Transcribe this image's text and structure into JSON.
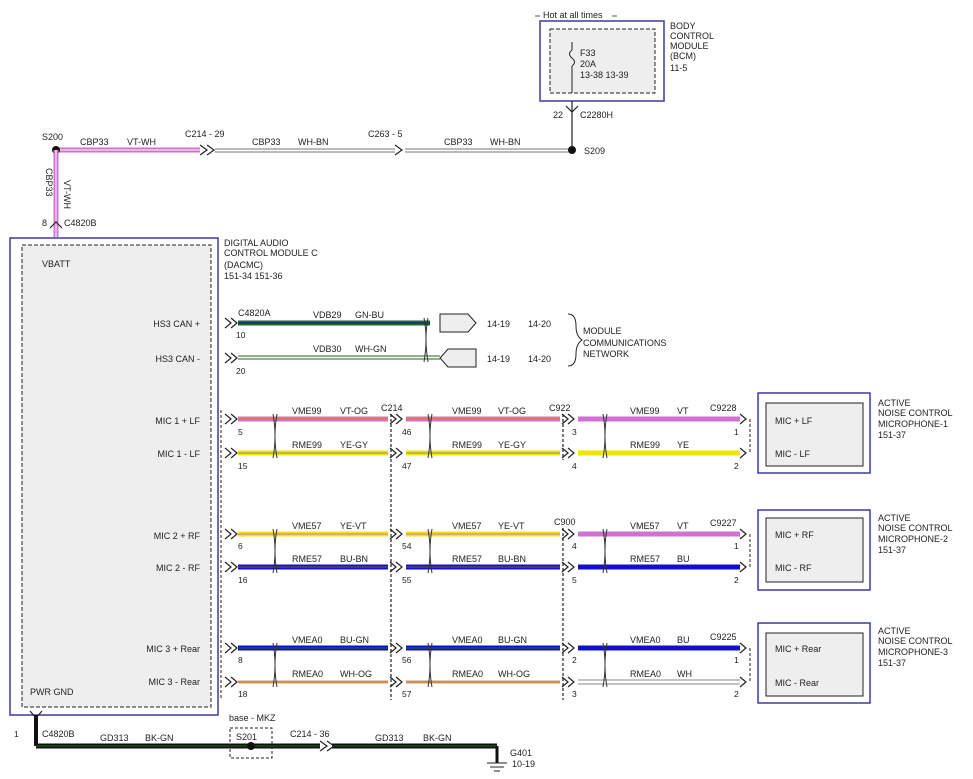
{
  "bcm": {
    "hot_note": "Hot at all times",
    "title_lines": [
      "BODY",
      "CONTROL",
      "MODULE",
      "(BCM)",
      "11-5"
    ],
    "fuse_lines": [
      "F33",
      "20A",
      "13-38  13-39"
    ],
    "pin": "22",
    "connector": "C2280H"
  },
  "feed": {
    "s200": "S200",
    "s209": "S209",
    "seg1_circuit": "CBP33",
    "seg1_color": "VT-WH",
    "c214_29": "C214 - 29",
    "seg2_circuit": "CBP33",
    "seg2_color": "WH-BN",
    "c263_5": "C263 - 5",
    "seg3_circuit": "CBP33",
    "seg3_color": "WH-BN",
    "vert_circuit": "CBP33",
    "vert_color": "VT-WH",
    "dacmc_pin": "8",
    "dacmc_conn": "C4820B"
  },
  "dacmc": {
    "title_lines": [
      "DIGITAL AUDIO",
      "CONTROL MODULE C",
      "(DACMC)",
      "151-34  151-36"
    ],
    "vbatt": "VBATT",
    "pwr_gnd": "PWR GND",
    "pins": [
      {
        "label": "HS3 CAN +",
        "pin": "10"
      },
      {
        "label": "HS3 CAN -",
        "pin": "20"
      },
      {
        "label": "MIC 1 + LF",
        "pin": "5"
      },
      {
        "label": "MIC 1 - LF",
        "pin": "15"
      },
      {
        "label": "MIC 2 + RF",
        "pin": "6"
      },
      {
        "label": "MIC 2 - RF",
        "pin": "16"
      },
      {
        "label": "MIC 3 + Rear",
        "pin": "8"
      },
      {
        "label": "MIC 3 - Rear",
        "pin": "18"
      }
    ]
  },
  "can": {
    "conn": "C4820A",
    "plus_circuit": "VDB29",
    "plus_color": "GN-BU",
    "minus_circuit": "VDB30",
    "minus_color": "WH-GN",
    "plus_ref_a": "14-19",
    "plus_ref_b": "14-20",
    "minus_ref_a": "14-19",
    "minus_ref_b": "14-20",
    "network_lines": [
      "MODULE",
      "COMMUNICATIONS",
      "NETWORK"
    ]
  },
  "inline": {
    "c214": "C214",
    "c922": "C922",
    "c900": "C900"
  },
  "mics": [
    {
      "conn": "C9228",
      "title_lines": [
        "ACTIVE",
        "NOISE CONTROL",
        "MICROPHONE-1",
        "151-37"
      ],
      "plus_label": "MIC + LF",
      "minus_label": "MIC - LF",
      "plus": {
        "circuit": "VME99",
        "c1": "VT-OG",
        "c2": "VT-OG",
        "c3": "VT",
        "p214": "46",
        "pmid": "3",
        "pend": "1"
      },
      "minus": {
        "circuit": "RME99",
        "c1": "YE-GY",
        "c2": "YE-GY",
        "c3": "YE",
        "p214": "47",
        "pmid": "4",
        "pend": "2"
      }
    },
    {
      "conn": "C9227",
      "title_lines": [
        "ACTIVE",
        "NOISE CONTROL",
        "MICROPHONE-2",
        "151-37"
      ],
      "plus_label": "MIC + RF",
      "minus_label": "MIC - RF",
      "plus": {
        "circuit": "VME57",
        "c1": "YE-VT",
        "c2": "YE-VT",
        "c3": "VT",
        "p214": "54",
        "pmid": "4",
        "pend": "1"
      },
      "minus": {
        "circuit": "RME57",
        "c1": "BU-BN",
        "c2": "BU-BN",
        "c3": "BU",
        "p214": "55",
        "pmid": "5",
        "pend": "2"
      }
    },
    {
      "conn": "C9225",
      "title_lines": [
        "ACTIVE",
        "NOISE CONTROL",
        "MICROPHONE-3",
        "151-37"
      ],
      "plus_label": "MIC + Rear",
      "minus_label": "MIC - Rear",
      "plus": {
        "circuit": "VMEA0",
        "c1": "BU-GN",
        "c2": "BU-GN",
        "c3": "BU",
        "p214": "56",
        "pmid": "2",
        "pend": "1"
      },
      "minus": {
        "circuit": "RMEA0",
        "c1": "WH-OG",
        "c2": "WH-OG",
        "c3": "WH",
        "p214": "57",
        "pmid": "3",
        "pend": "2"
      }
    }
  ],
  "ground": {
    "pin": "1",
    "conn": "C4820B",
    "note": "base - MKZ",
    "splice": "S201",
    "c214_36": "C214 - 36",
    "seg1_circuit": "GD313",
    "seg1_color": "BK-GN",
    "seg2_circuit": "GD313",
    "seg2_color": "BK-GN",
    "g401": "G401",
    "g401_ref": "10-19"
  },
  "colors": {
    "vt": "#d070d0",
    "wh": "#ffffff",
    "bn": "#8a5a2a",
    "gn": "#1e6a1e",
    "bu": "#1010c8",
    "ye": "#f2e600",
    "og": "#e87a2a",
    "gy": "#8c8c8c",
    "bk": "#000000",
    "border": "#3a3aa0"
  }
}
